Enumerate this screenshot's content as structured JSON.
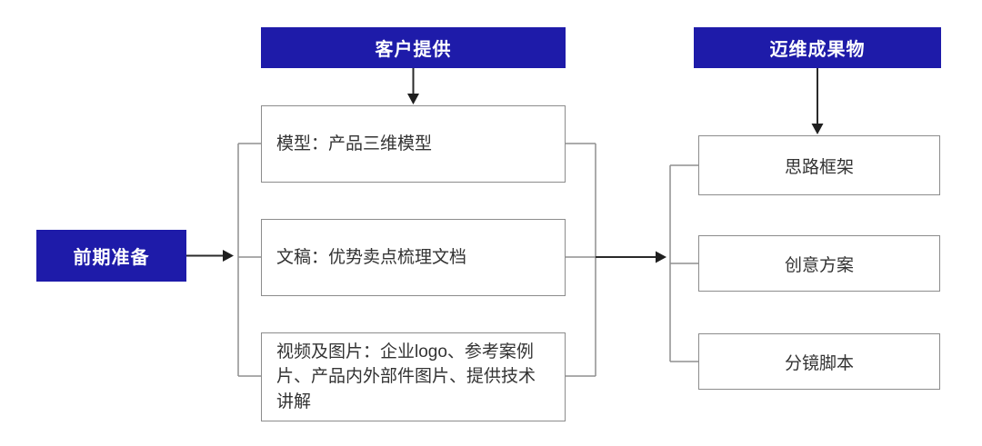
{
  "diagram": {
    "left_node": {
      "label": "前期准备"
    },
    "headers": {
      "client": "客户提供",
      "deliverable": "迈维成果物"
    },
    "client_items": [
      {
        "label": "模型：产品三维模型"
      },
      {
        "label": "文稿：优势卖点梳理文档"
      },
      {
        "label": "视频及图片：企业logo、参考案例片、产品内外部件图片、提供技术讲解"
      }
    ],
    "deliverable_items": [
      {
        "label": "思路框架"
      },
      {
        "label": "创意方案"
      },
      {
        "label": "分镜脚本"
      }
    ],
    "colors": {
      "accent": "#1e1ba9",
      "box_border": "#8c8c8c",
      "bracket_line": "#8f8f8f",
      "arrow": "#1f1f1f"
    }
  }
}
